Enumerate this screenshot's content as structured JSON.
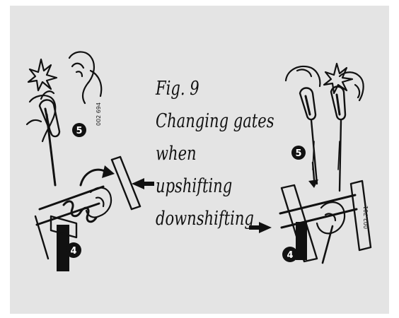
{
  "figure": {
    "number_label": "Fig. 9",
    "title_line1": "Changing gates",
    "title_line2": "when",
    "upshift_label": "upshifting",
    "downshift_label": "downshifting"
  },
  "left_illustration": {
    "code": "002 694",
    "badge_top": "5",
    "badge_bottom": "4"
  },
  "right_illustration": {
    "code": "002 701",
    "badge_top": "5",
    "badge_bottom": "4"
  },
  "colors": {
    "background": "#e4e4e4",
    "ink": "#111111"
  }
}
